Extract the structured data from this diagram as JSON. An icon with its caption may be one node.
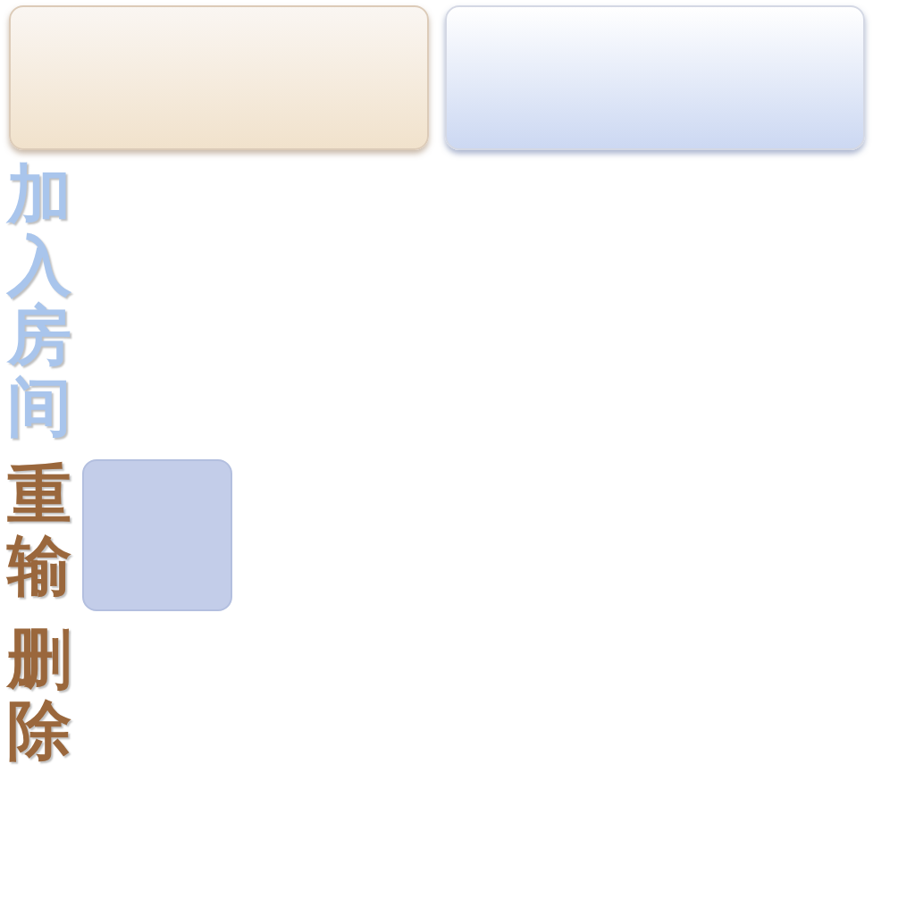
{
  "diagram": {
    "nodes": [
      {
        "text": [],
        "shape": "box"
      },
      {
        "text": [],
        "shape": "box"
      },
      {
        "text": [],
        "shape": "box"
      }
    ],
    "labels": [
      "加入房间",
      "重输",
      "删除"
    ]
  }
}
